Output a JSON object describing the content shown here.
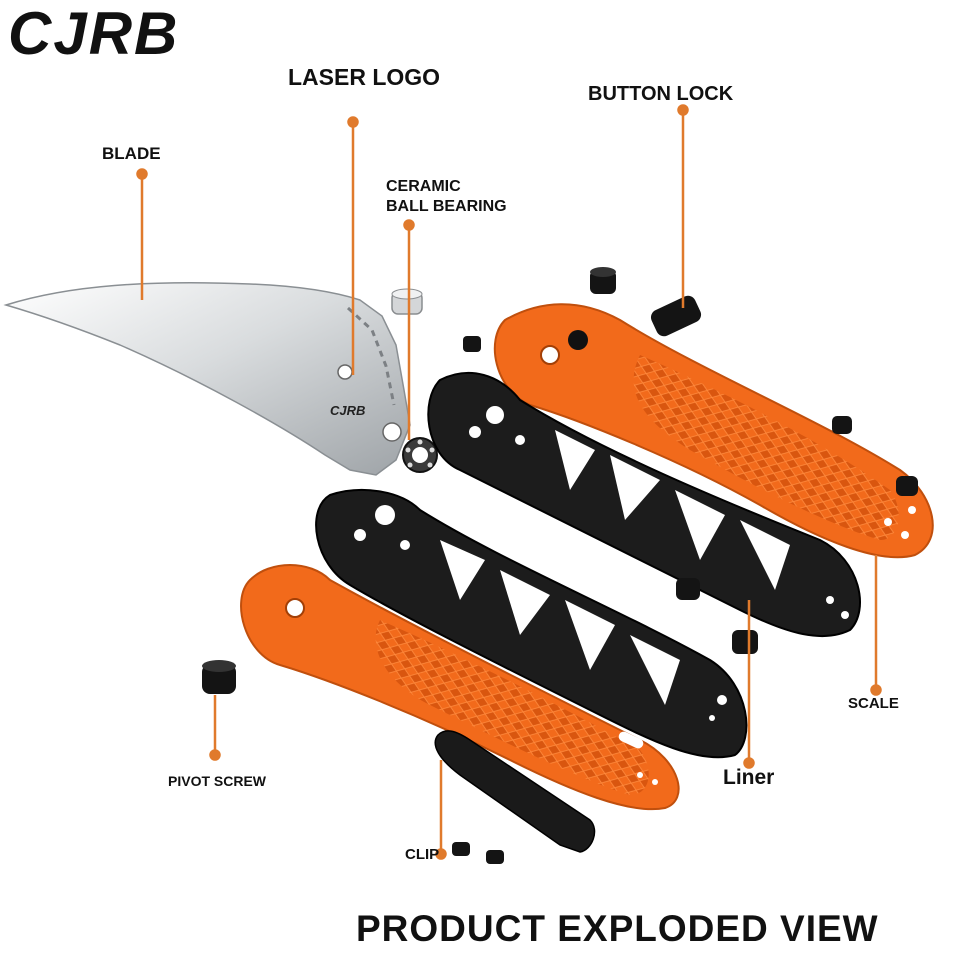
{
  "brand": {
    "logo": "CJRB"
  },
  "engraving": "CJRB",
  "labels": {
    "laser_logo": "LASER LOGO",
    "button_lock": "BUTTON LOCK",
    "blade": "BLADE",
    "ceramic_line1": "CERAMIC",
    "ceramic_line2": "BALL BEARING",
    "scale": "SCALE",
    "pivot_screw": "PIVOT SCREW",
    "liner": "Liner",
    "clip": "CLIP"
  },
  "footer": {
    "title": "PRODUCT EXPLODED VIEW"
  },
  "colors": {
    "leader": "#e07a2c",
    "scale": "#f26a1b",
    "liner": "#1c1c1c",
    "text": "#111111",
    "blade": "#cfd3d6"
  }
}
